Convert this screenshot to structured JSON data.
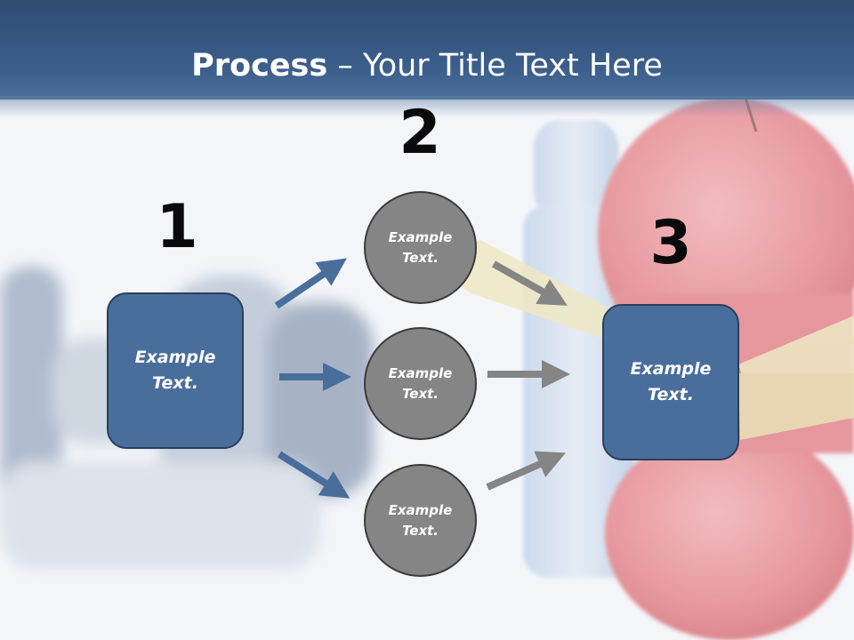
{
  "title": {
    "bold": "Process",
    "rest": " – Your Title Text Here"
  },
  "steps": {
    "one": "1",
    "two": "2",
    "three": "3"
  },
  "boxes": {
    "left": "Example Text.",
    "right": "Example Text."
  },
  "circles": {
    "top": "Example Text.",
    "middle": "Example Text.",
    "bottom": "Example Text."
  },
  "colors": {
    "title_bar": "#3c5f8c",
    "box_fill": "#4a6e9c",
    "circle_fill": "#858585",
    "blue_arrow": "#4a6e9c",
    "gray_arrow": "#858585"
  }
}
